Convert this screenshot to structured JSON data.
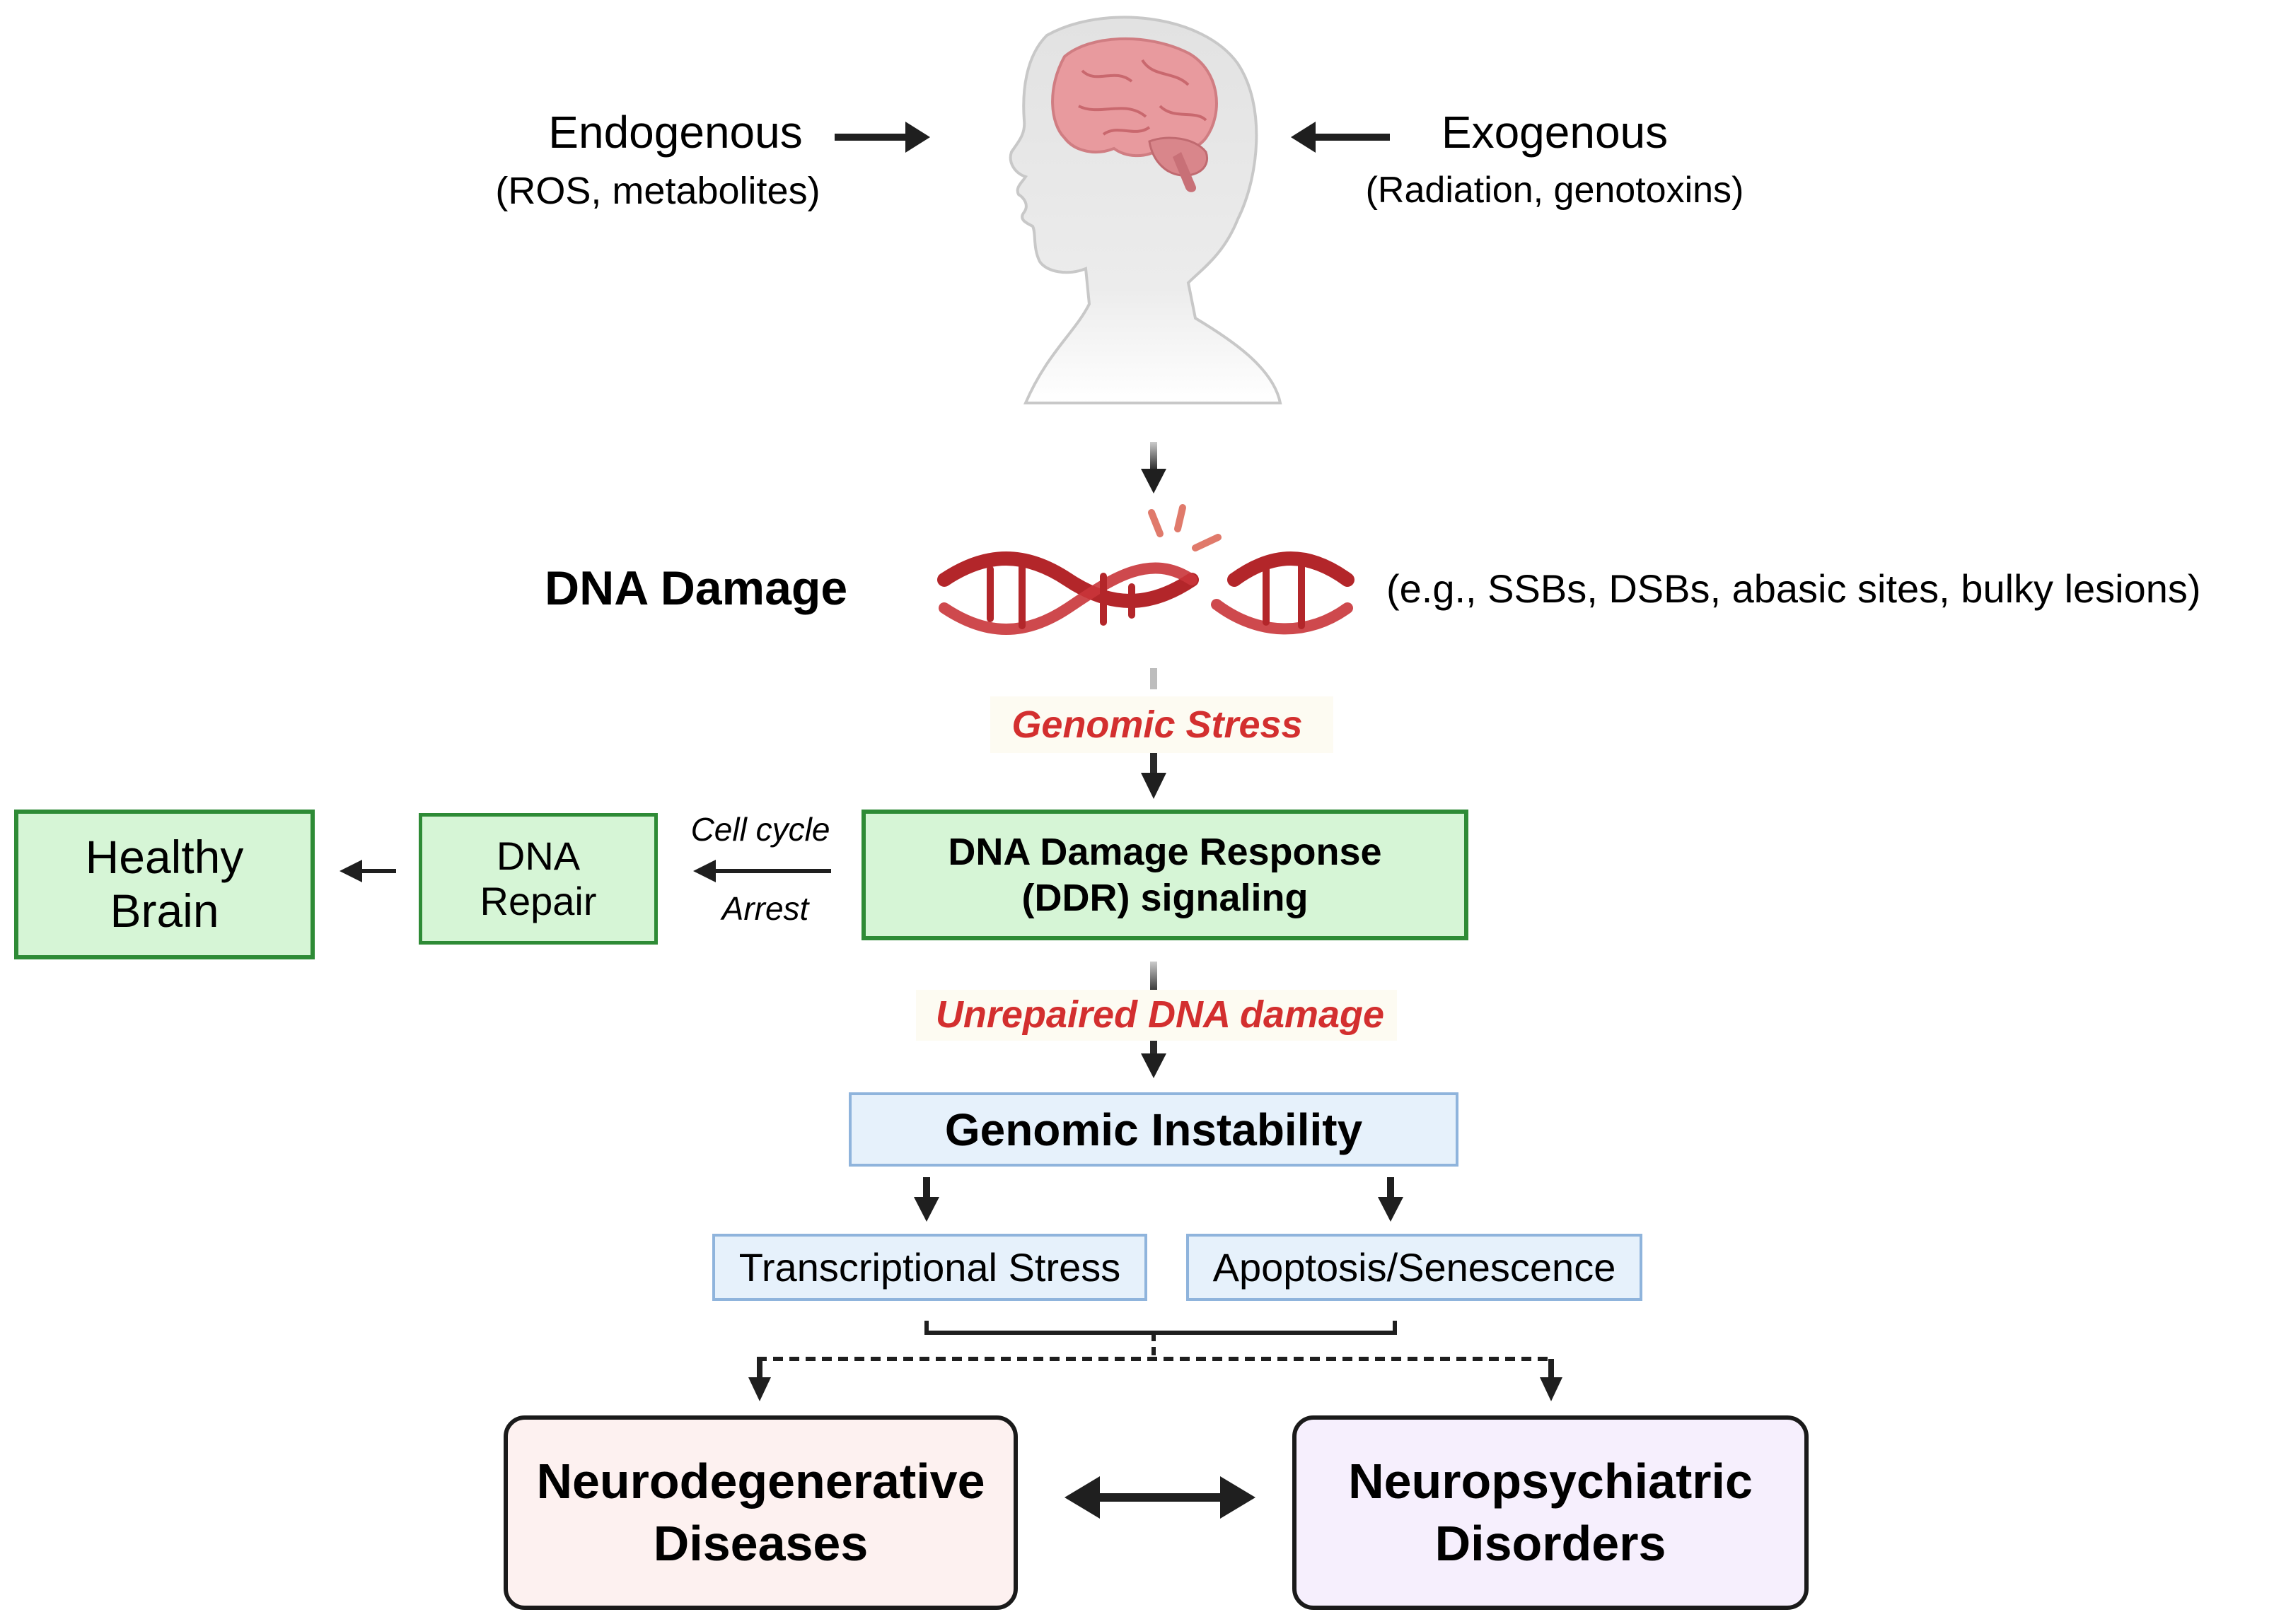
{
  "sources": {
    "endogenous": {
      "label": "Endogenous",
      "detail": "(ROS, metabolites)"
    },
    "exogenous": {
      "label": "Exogenous",
      "detail": "(Radiation, genotoxins)"
    }
  },
  "dna_damage": {
    "label": "DNA Damage",
    "examples": "(e.g., SSBs, DSBs, abasic sites, bulky lesions)"
  },
  "genomic_stress": "Genomic Stress",
  "ddr": {
    "line1": "DNA Damage Response",
    "line2": "(DDR) signaling"
  },
  "cell_cycle": {
    "line1": "Cell cycle",
    "line2": "Arrest"
  },
  "dna_repair": {
    "line1": "DNA",
    "line2": "Repair"
  },
  "healthy_brain": {
    "line1": "Healthy",
    "line2": "Brain"
  },
  "unrepaired": "Unrepaired DNA damage",
  "genomic_instability": "Genomic Instability",
  "transcriptional_stress": "Transcriptional Stress",
  "apoptosis": "Apoptosis/Senescence",
  "neurodegenerative": {
    "line1": "Neurodegenerative",
    "line2": "Diseases"
  },
  "neuropsychiatric": {
    "line1": "Neuropsychiatric",
    "line2": "Disorders"
  },
  "icons": {
    "head": "human-head-with-brain",
    "dna": "broken-dna-double-helix"
  },
  "colors": {
    "red_text": "#d32f2f",
    "green_fill": "#d6f5d6",
    "green_border": "#2e8b36",
    "blue_fill": "#e6f1fb",
    "blue_border": "#8fb4dc",
    "dna": "#b3262a",
    "brain": "#e89a9e"
  }
}
